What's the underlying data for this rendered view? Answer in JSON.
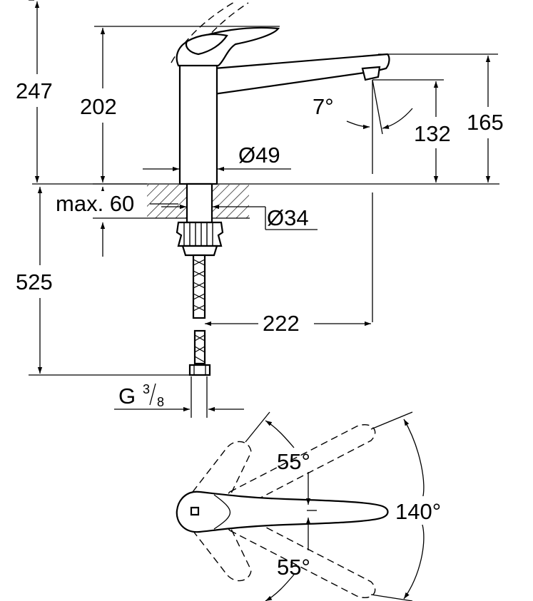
{
  "diagram": {
    "colors": {
      "line": "#000000",
      "background": "#ffffff"
    },
    "dimensions": {
      "total_height": "247",
      "spout_height": "202",
      "outlet_height": "132",
      "body_height": "165",
      "body_diameter": "Ø49",
      "tilt_angle": "7°",
      "max_thickness": "max. 60",
      "hole_diameter": "Ø34",
      "hose_length": "525",
      "spout_reach": "222",
      "thread_prefix": "G",
      "thread_num": "3",
      "thread_den": "8",
      "handle_angle_upper": "55°",
      "handle_angle_lower": "55°",
      "swivel_angle": "140°"
    }
  }
}
